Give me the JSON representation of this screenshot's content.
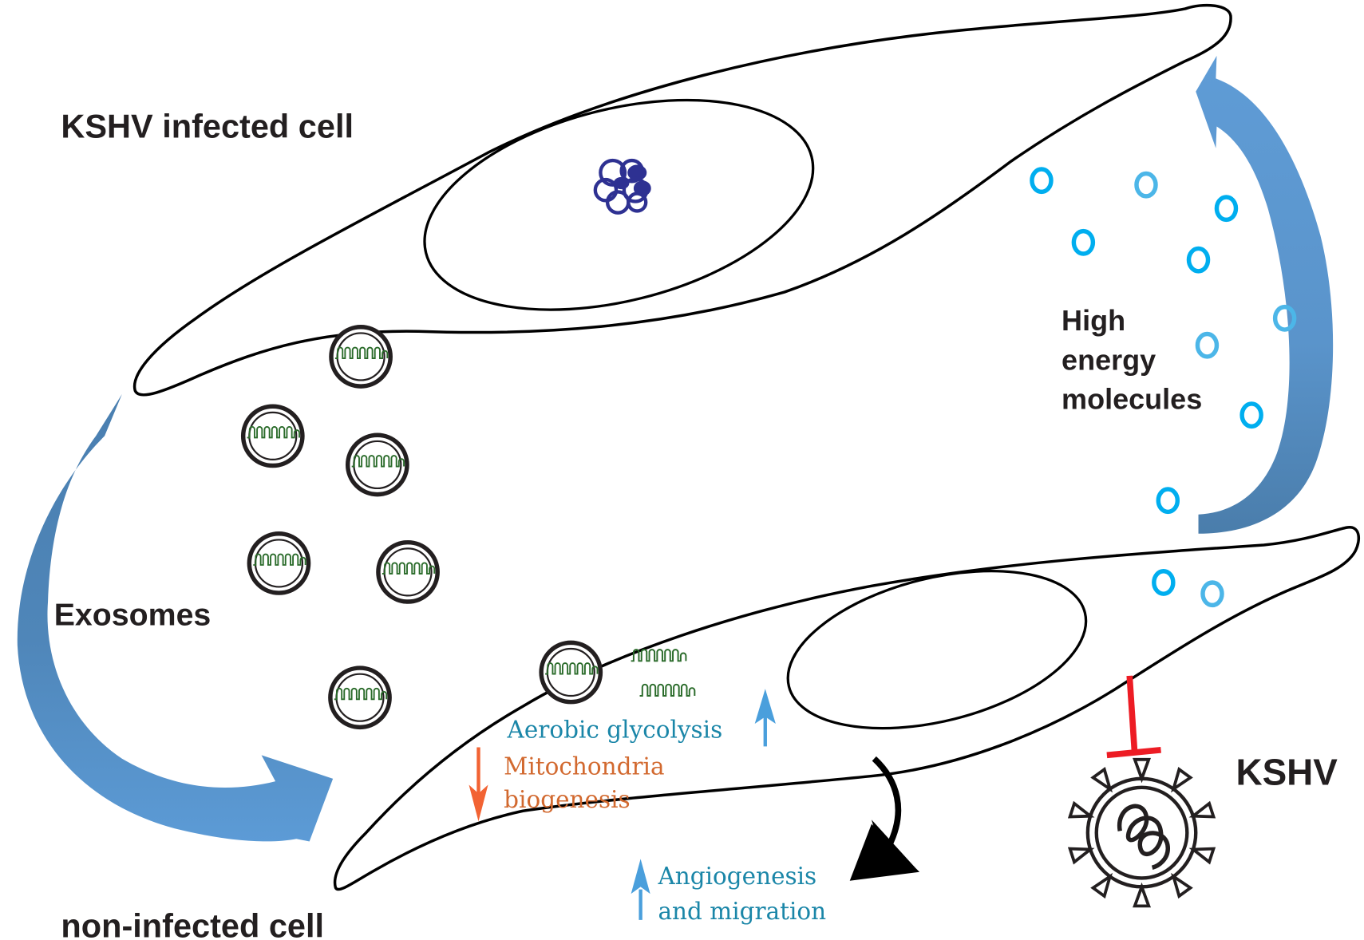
{
  "figure": {
    "labels": {
      "infected_cell": "KSHV infected cell",
      "non_infected_cell": "non-infected cell",
      "exosomes": "Exosomes",
      "high_energy_line1": "High",
      "high_energy_line2": "energy",
      "high_energy_line3": "molecules",
      "virus": "KSHV"
    },
    "effects": {
      "aerobic_glycolysis": {
        "text": "Aerobic glycolysis",
        "direction": "up",
        "color": "#1a86a8"
      },
      "mitochondria_line1": "Mitochondria",
      "mitochondria_line2": "biogenesis",
      "mitochondria": {
        "direction": "down",
        "color": "#d2692f"
      },
      "angiogenesis_line1": "Angiogenesis",
      "angiogenesis_line2": "and migration",
      "angiogenesis": {
        "direction": "up",
        "color": "#1a86a8"
      }
    },
    "icons": {
      "virus_genome": "coiled-episome-icon",
      "mirna": "hairpin-mirna-icon",
      "exosome": "double-ring-vesicle-icon",
      "virus": "spiked-virion-icon",
      "inhibition": "t-bar-inhibition-icon"
    },
    "colors": {
      "transfer_arrow": "#5b9bd5",
      "molecule_dark": "#00aeef",
      "molecule_light": "#4cb6e8",
      "inhibition": "#ed1c24",
      "genome": "#2e3192",
      "mirna": "#2a6b2a",
      "up_arrow": "#4a9fdc",
      "down_arrow": "#f26333"
    },
    "counts": {
      "exosomes_outside": 6,
      "exosomes_fusing": 1,
      "high_energy_molecules": 12
    }
  }
}
